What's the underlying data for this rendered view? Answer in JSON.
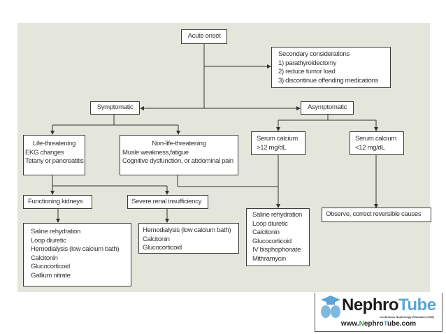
{
  "nodes": {
    "acute_onset": "Acute onset",
    "secondary": {
      "title": "Secondary considerations",
      "items": [
        "1) parathyroidectomy",
        "2) reduce tumor load",
        "3) discontinue offending medications"
      ]
    },
    "symptomatic": "Symptomatic",
    "asymptomatic": "Asymptomatic",
    "life_threatening": {
      "title": "Life-threatening",
      "items": [
        "EKG changes",
        "Tetany or pancreatitis"
      ]
    },
    "non_life_threatening": {
      "title": "Non-life-threatening",
      "items": [
        "Musle weakness,fatigue",
        "Cognitive dysfunction, or abdominal pain"
      ]
    },
    "serum_high": {
      "lines": [
        "Serum calcium",
        ">12 mg/dL"
      ]
    },
    "serum_low": {
      "lines": [
        "Serum calcium",
        "<12 mg/dL"
      ]
    },
    "functioning_kidneys": "Functioning kidneys",
    "severe_renal": "Severe renal insufficiency",
    "treat_functioning": [
      "Saline rehydration",
      "Loop diuretic",
      "Hemodialysis (low calcium bath)",
      "Calcitonin",
      "Glucocorticoid",
      "Gallium nitrate"
    ],
    "treat_severe": [
      "Hemodialysis (low calcium bath)",
      "Calcitonin",
      "Glucocorticoid"
    ],
    "treat_high": [
      "Saline rehydration",
      "Loop diuretic",
      "Calcitonin",
      "Glucocorticoid",
      "IV bisphophonate",
      "Mithramycin"
    ],
    "observe": "Observe, correct reversible causes"
  },
  "logo": {
    "brand_a": "Nephro",
    "brand_b": "Tube",
    "tagline": "Continuous Nephrology Education (CNE)",
    "url_a": "www.",
    "url_n": "N",
    "url_b": "ephro",
    "url_t": "T",
    "url_c": "ube.com",
    "accent_blue": "#5ba4d8",
    "accent_green": "#3aa04a"
  },
  "colors": {
    "panel_bg": "#e4e5db",
    "line": "#333333"
  }
}
